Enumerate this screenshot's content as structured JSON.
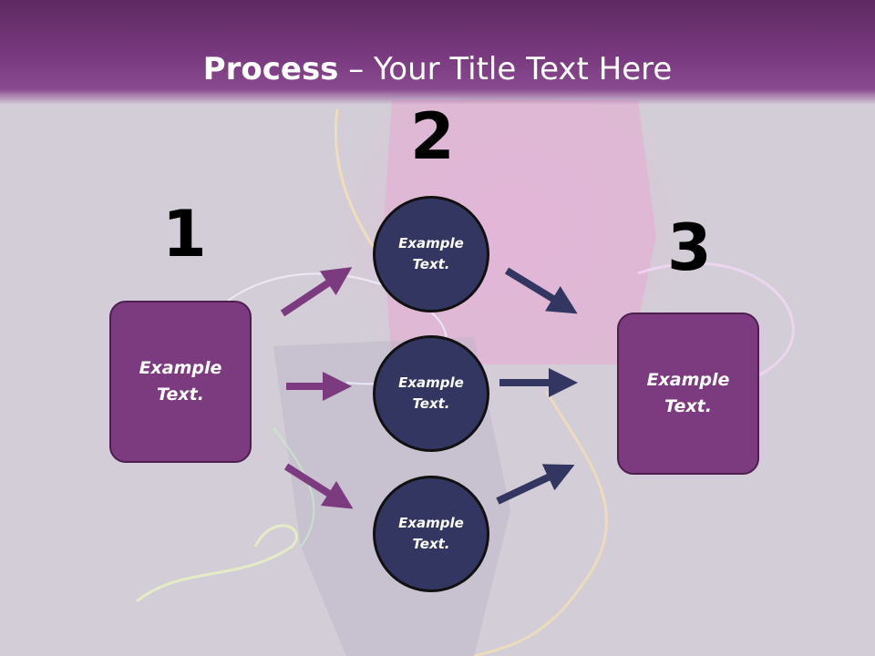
{
  "title": {
    "bold": "Process",
    "rest": " – Your Title Text Here"
  },
  "steps": {
    "one": "1",
    "two": "2",
    "three": "3"
  },
  "left_box": {
    "label": "Example\nText."
  },
  "right_box": {
    "label": "Example\nText."
  },
  "circles": [
    {
      "label": "Example\nText."
    },
    {
      "label": "Example\nText."
    },
    {
      "label": "Example\nText."
    }
  ],
  "colors": {
    "header": "#7a3a80",
    "box": "#7d3b7f",
    "circle": "#333660",
    "arrow_purple": "#7d3b7f",
    "arrow_navy": "#333660"
  }
}
